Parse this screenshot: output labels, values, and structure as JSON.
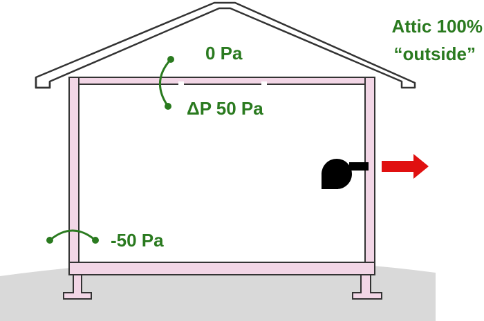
{
  "labels": {
    "attic_line1": "Attic 100%",
    "attic_line2": "“outside”",
    "ceiling_outer_pressure": "0 Pa",
    "ceiling_delta_pressure": "ΔP 50 Pa",
    "floor_pressure": "-50 Pa"
  },
  "colors": {
    "wall_fill": "#f2d6e6",
    "outline": "#333333",
    "ground": "#d9d9d9",
    "label_green": "#2a7a1f",
    "arrow_red": "#e01010",
    "fan": "#000000"
  },
  "icons": {
    "fan": "exhaust-fan-icon",
    "arrow": "right-arrow-icon"
  }
}
